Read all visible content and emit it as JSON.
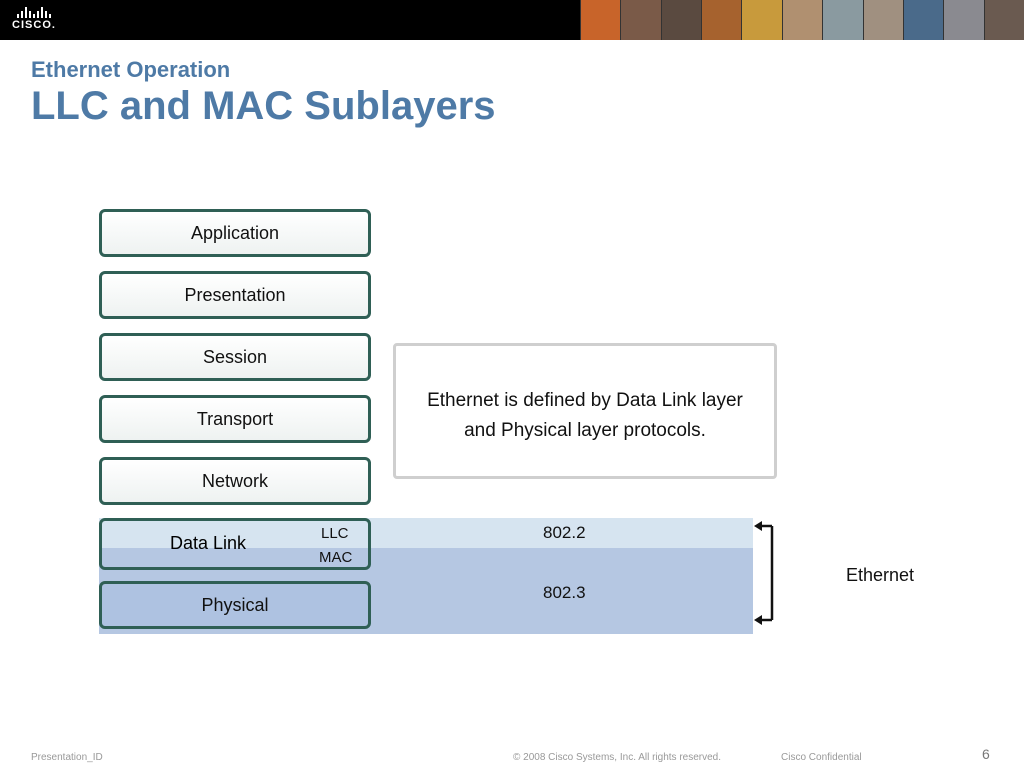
{
  "header": {
    "logo_text": "CISCO."
  },
  "slide": {
    "subtitle": "Ethernet Operation",
    "title": "LLC and MAC Sublayers"
  },
  "diagram": {
    "layers": [
      "Application",
      "Presentation",
      "Session",
      "Transport",
      "Network",
      "Data Link",
      "Physical"
    ],
    "sublayers": {
      "llc": "LLC",
      "mac": "MAC"
    },
    "callout": {
      "line1": "Ethernet is defined by Data Link layer",
      "line2": "and Physical layer protocols."
    },
    "protocols": {
      "llc": "802.2",
      "mac": "802.3"
    },
    "bracket_label": "Ethernet"
  },
  "footer": {
    "id": "Presentation_ID",
    "copyright": "© 2008 Cisco Systems, Inc. All rights reserved.",
    "confidential": "Cisco Confidential",
    "page": "6"
  }
}
